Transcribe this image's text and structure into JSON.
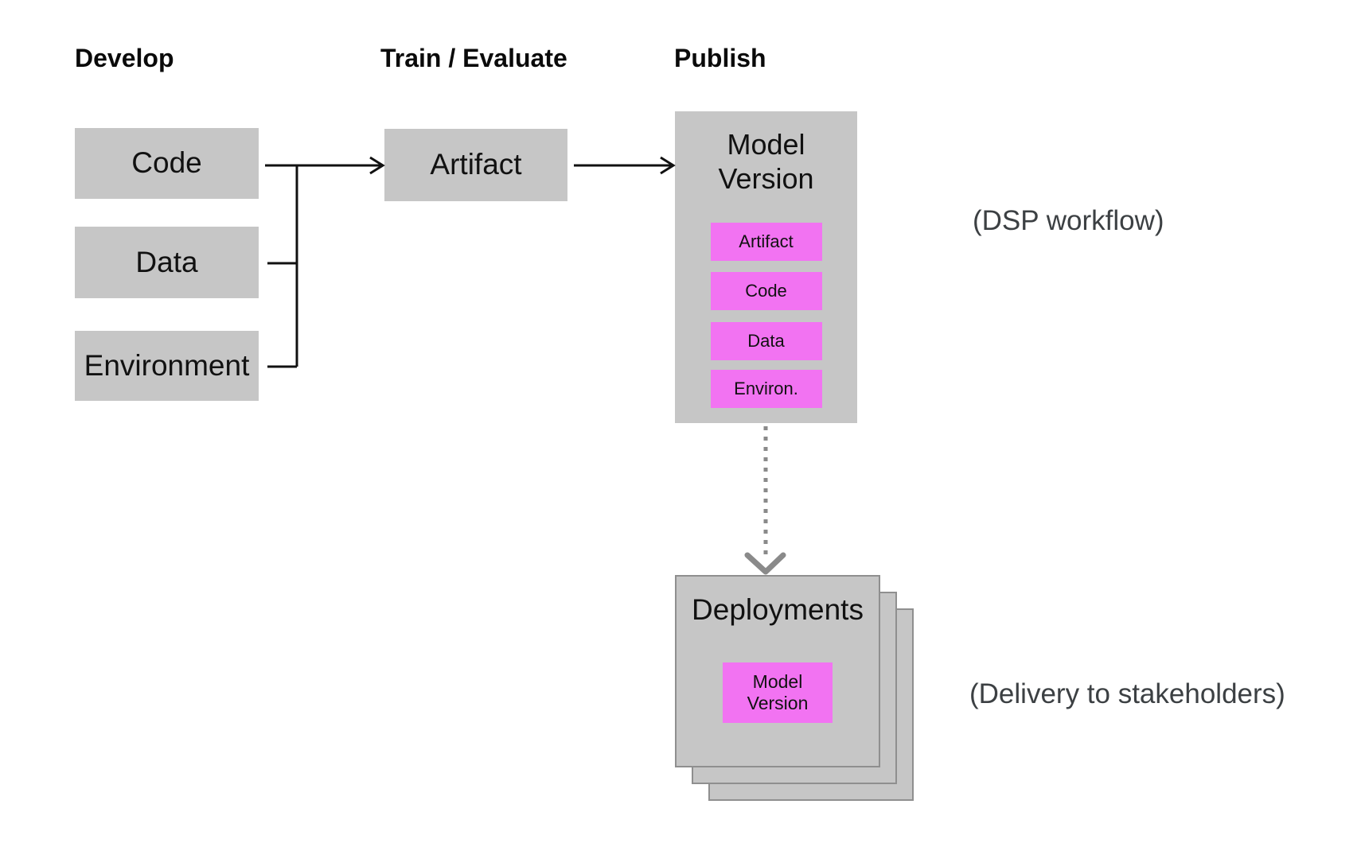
{
  "headers": {
    "develop": "Develop",
    "train": "Train / Evaluate",
    "publish": "Publish"
  },
  "develop_boxes": [
    {
      "label": "Code"
    },
    {
      "label": "Data"
    },
    {
      "label": "Environment"
    }
  ],
  "train_box": {
    "label": "Artifact"
  },
  "publish_box": {
    "title": "Model Version",
    "chips": [
      "Artifact",
      "Code",
      "Data",
      "Environ."
    ]
  },
  "deployments": {
    "title": "Deployments",
    "chip": "Model Version"
  },
  "annotations": {
    "dsp": "(DSP workflow)",
    "delivery": "(Delivery to stakeholders)"
  },
  "colors": {
    "box_gray": "#c6c6c6",
    "chip_magenta": "#f273f2",
    "line_black": "#111111",
    "dotted_gray": "#8a8a8a",
    "stack_border_gray": "#8f8f8f",
    "annotation_text": "#3c4043"
  }
}
